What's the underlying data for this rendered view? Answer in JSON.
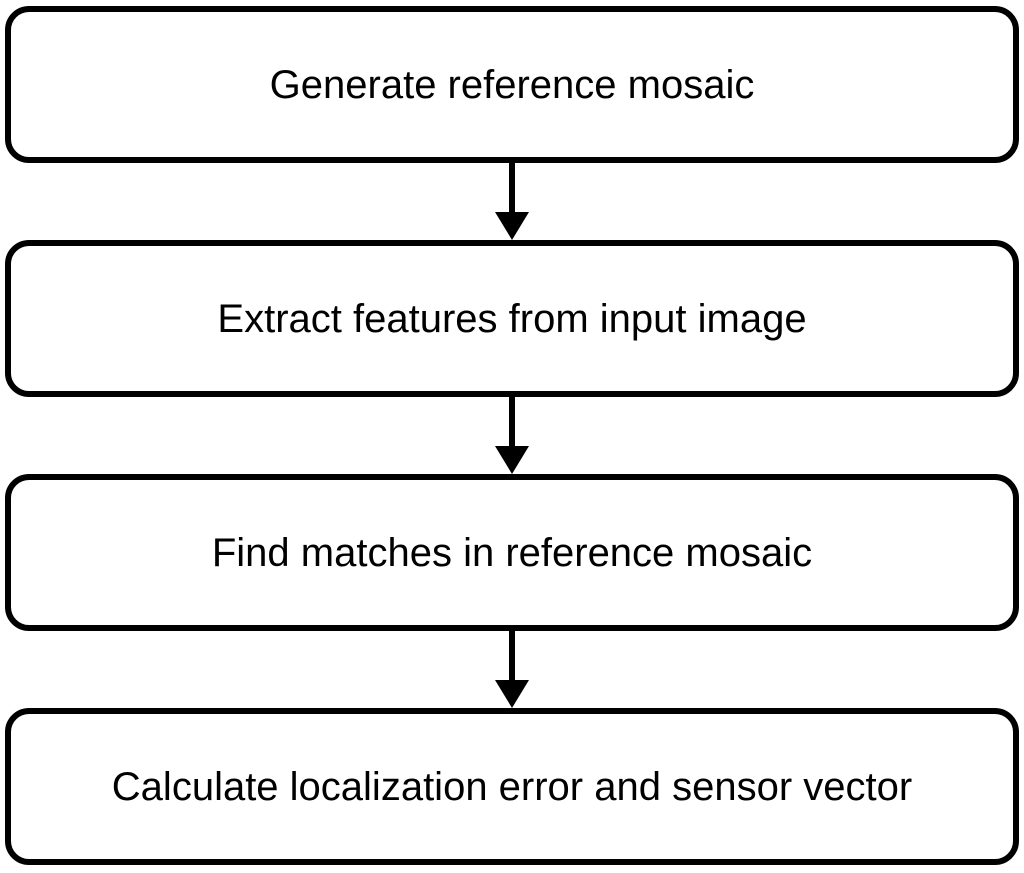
{
  "diagram": {
    "type": "flowchart",
    "direction": "top-down",
    "colors": {
      "border": "#000000",
      "text": "#000000",
      "background": "#ffffff"
    },
    "nodes": [
      {
        "id": "generate-reference-mosaic",
        "label": "Generate reference mosaic"
      },
      {
        "id": "extract-features",
        "label": "Extract features from input image"
      },
      {
        "id": "find-matches",
        "label": "Find matches in reference mosaic"
      },
      {
        "id": "calculate-error",
        "label": "Calculate localization error and sensor vector"
      }
    ],
    "edges": [
      {
        "from": "generate-reference-mosaic",
        "to": "extract-features"
      },
      {
        "from": "extract-features",
        "to": "find-matches"
      },
      {
        "from": "find-matches",
        "to": "calculate-error"
      }
    ]
  }
}
